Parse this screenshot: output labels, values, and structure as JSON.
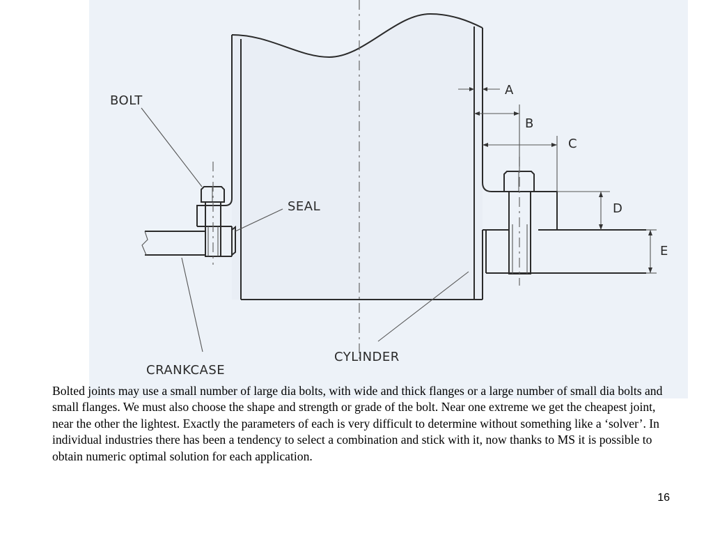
{
  "diagram": {
    "labels": {
      "bolt": "BOLT",
      "seal": "SEAL",
      "crankcase": "CRANKCASE",
      "cylinder": "CYLINDER",
      "dim_a": "A",
      "dim_b": "B",
      "dim_c": "C",
      "dim_d": "D",
      "dim_e": "E"
    },
    "colors": {
      "background": "#edf2f8",
      "line": "#2b2b2b"
    }
  },
  "caption": "Bolted joints may use a small number of large dia bolts, with wide and thick flanges or a large number of small dia bolts and small flanges. We must also choose the shape and strength or  grade of the bolt. Near one extreme we get the cheapest joint, near the other the lightest. Exactly the parameters of each is very difficult to determine without something like a ‘solver’. In individual industries there has been a tendency to select a combination and stick with it, now thanks to MS it is possible to obtain numeric optimal solution  for each application.",
  "page_number": "16"
}
